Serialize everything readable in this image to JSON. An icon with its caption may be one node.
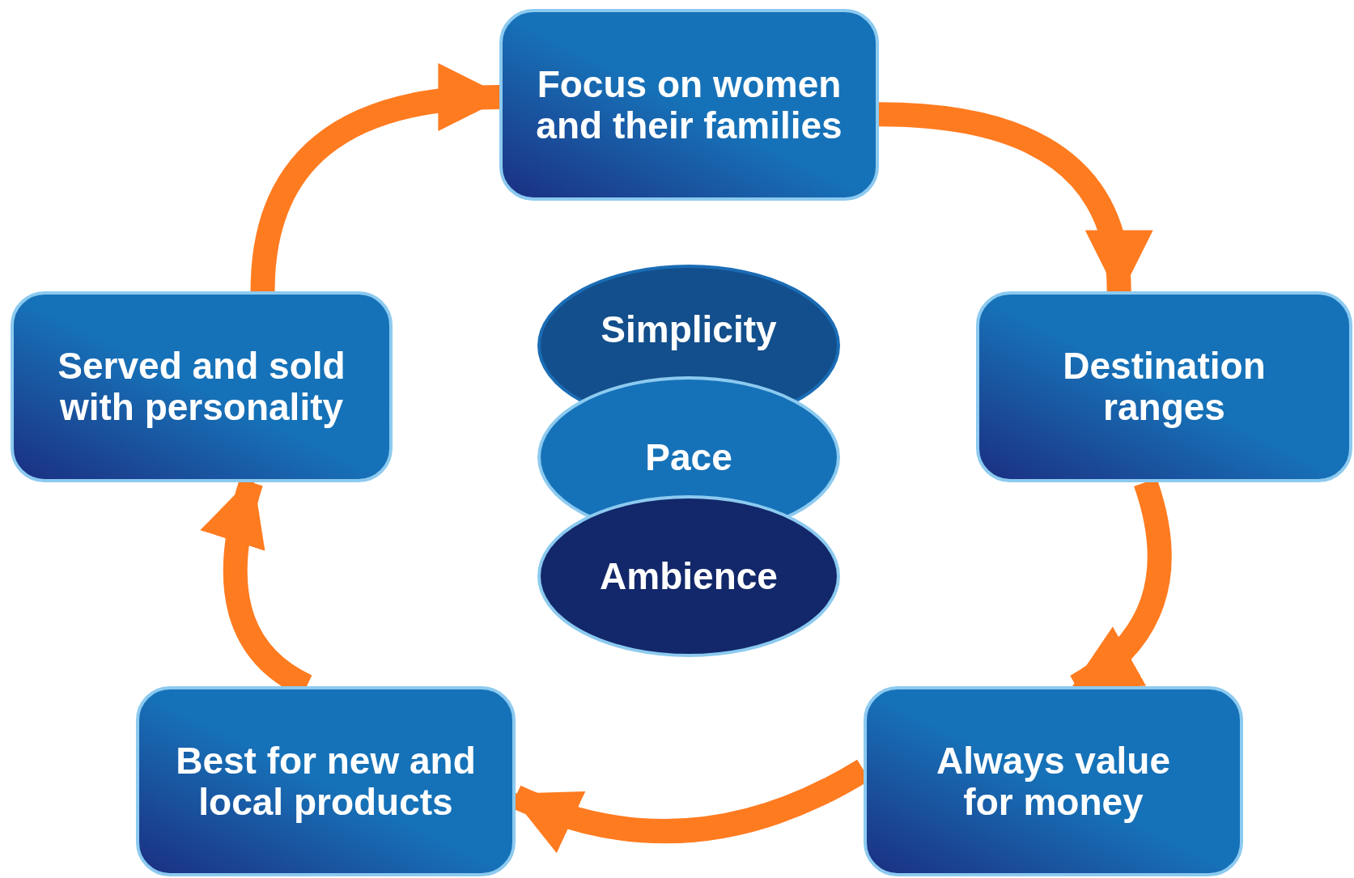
{
  "diagram": {
    "nodes": [
      {
        "text": [
          "Focus on women and their families"
        ]
      },
      {
        "text": [
          "Destination ranges"
        ]
      },
      {
        "text": [
          "Always value for money"
        ]
      },
      {
        "text": [
          "Best for new and local products"
        ]
      },
      {
        "text": [
          "Served and sold with personality"
        ]
      },
      {
        "text": [
          "Simplicity"
        ]
      },
      {
        "text": [
          "Pace"
        ]
      },
      {
        "text": [
          "Ambience"
        ]
      }
    ],
    "edges": [
      {
        "from": 0,
        "to": 1,
        "arrow": "to"
      },
      {
        "from": 1,
        "to": 2,
        "arrow": "to"
      },
      {
        "from": 2,
        "to": 3,
        "arrow": "to"
      },
      {
        "from": 3,
        "to": 4,
        "arrow": "to"
      },
      {
        "from": 4,
        "to": 0,
        "arrow": "to"
      }
    ]
  }
}
